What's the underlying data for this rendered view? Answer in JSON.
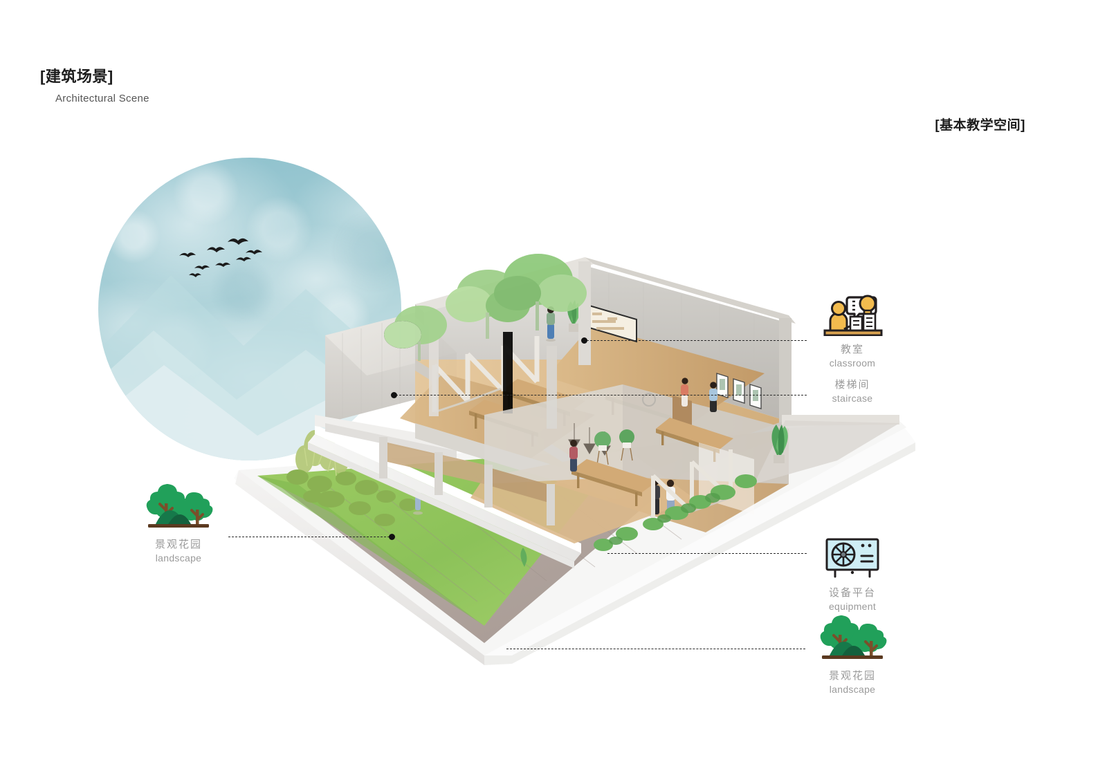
{
  "header": {
    "title_cn": "[建筑场景]",
    "title_en": "Architectural Scene",
    "corner_label": "[基本教学空间]"
  },
  "legends": [
    {
      "id": "classroom-staircase",
      "icon": "teacher-lightbulb-icon",
      "entries": [
        {
          "cn": "教室",
          "en": "classroom"
        },
        {
          "cn": "楼梯间",
          "en": "staircase"
        }
      ]
    },
    {
      "id": "equipment",
      "icon": "air-conditioner-icon",
      "entries": [
        {
          "cn": "设备平台",
          "en": "equipment"
        }
      ]
    },
    {
      "id": "landscape-right",
      "icon": "trees-icon",
      "entries": [
        {
          "cn": "景观花园",
          "en": "landscape"
        }
      ]
    },
    {
      "id": "landscape-left",
      "icon": "trees-icon",
      "entries": [
        {
          "cn": "景观花园",
          "en": "landscape"
        }
      ]
    }
  ],
  "colors": {
    "sky_teal": "#9ecad3",
    "mountain_light": "#cfe4e8",
    "tree_green": "#21a05a",
    "tree_dark": "#16794a",
    "trunk_brown": "#7b4f2a",
    "ground_brown": "#5b3a20",
    "icon_yellow": "#f2bb4e",
    "icon_outline": "#231f20",
    "ac_blue": "#cfeef5",
    "concrete": "#d8d6d2",
    "wood_floor": "#d9b98d",
    "grass_green": "#8cc05a",
    "leader_line": "#2a2a2a",
    "caption_grey": "#9a9a9a"
  }
}
